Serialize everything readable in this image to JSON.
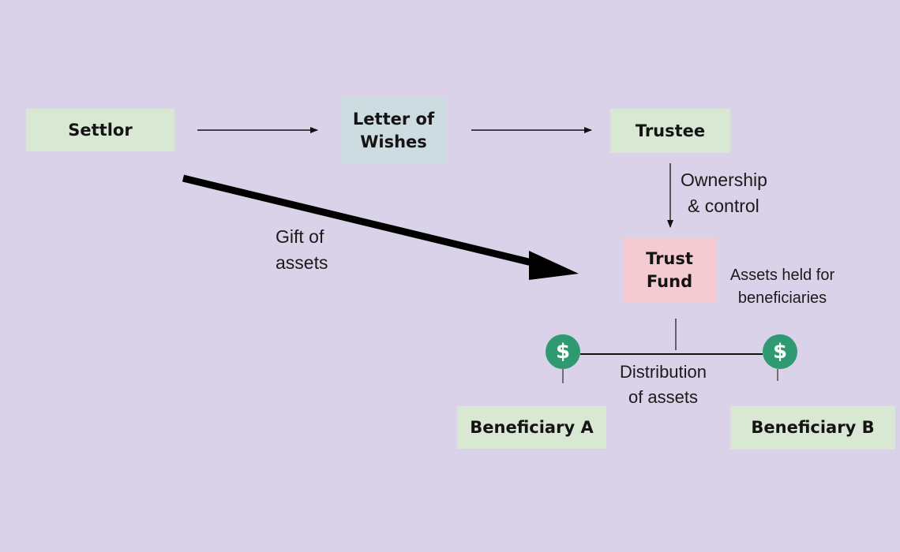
{
  "nodes": {
    "settlor": "Settlor",
    "letter_of_wishes": [
      "Letter of",
      "Wishes"
    ],
    "trustee": "Trustee",
    "trust_fund": [
      "Trust",
      "Fund"
    ],
    "beneficiary_a": "Beneficiary A",
    "beneficiary_b": "Beneficiary B"
  },
  "labels": {
    "ownership_control": [
      "Ownership",
      "& control"
    ],
    "gift_of_assets": [
      "Gift of",
      "assets"
    ],
    "assets_held": [
      "Assets held for",
      "beneficiaries"
    ],
    "distribution": [
      "Distribution",
      "of assets"
    ]
  },
  "icons": {
    "coin_symbol": "$",
    "coin_name": "dollar-coin-icon"
  },
  "colors": {
    "background": "#dad2e9",
    "party_box": "#d8e8d3",
    "letter_box": "#cddce1",
    "fund_box": "#f3cbd0",
    "coin": "#2f9a72"
  }
}
